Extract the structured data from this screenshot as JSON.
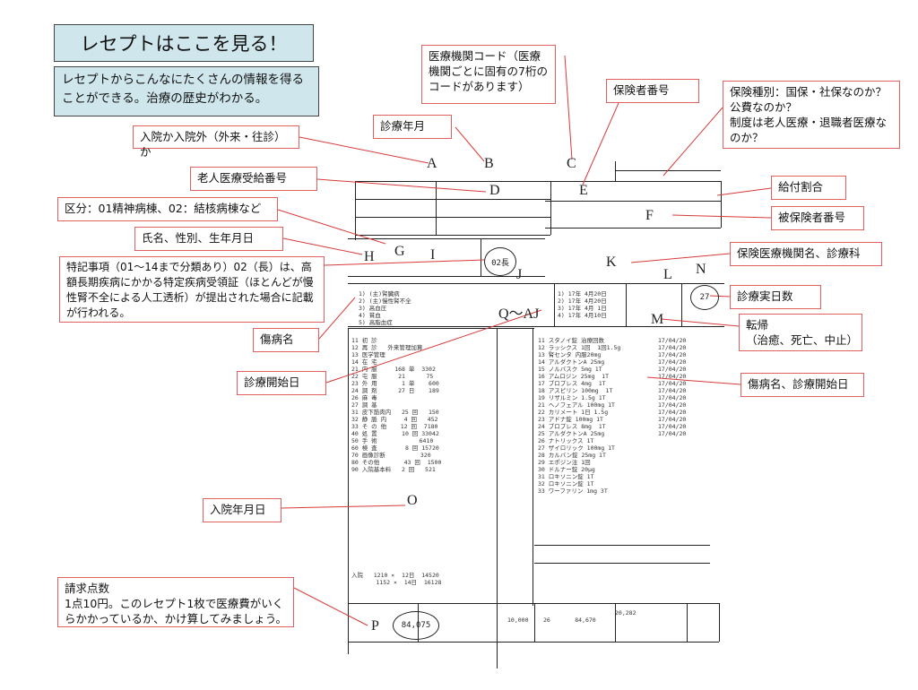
{
  "title": "レセプトはここを見る！",
  "intro": "レセプトからこんなにたくさんの情報を得ることができる。治療の歴史がわかる。",
  "callouts": {
    "inpatient": "入院か入院外（外来・往診）か",
    "institution_code": "医療機関コード（医療機関ごとに固有の7桁のコードがあります）",
    "insurer_number": "保険者番号",
    "insurance_type": "保険種別：国保・社保なのか？\n公費なのか？\n制度は老人医療・退職者医療なのか？",
    "treatment_month": "診療年月",
    "elderly_number": "老人医療受給番号",
    "benefit_ratio": "給付割合",
    "ward_class": "区分：01精神病棟、02：結核病棟など",
    "insured_number": "被保険者番号",
    "name_sex_birth": "氏名、性別、生年月日",
    "institution_dept": "保険医療機関名、診療科",
    "special_notes": "特記事項（01～14まで分類あり）02（長）は、高額長期疾病にかかる特定疾病受領証（ほとんどが慢性腎不全による人工透析）が提出された場合に記載が行われる。",
    "treatment_days": "診療実日数",
    "disease_name": "傷病名",
    "outcome": "転帰\n（治癒、死亡、中止）",
    "start_date": "診療開始日",
    "disease_start": "傷病名、診療開始日",
    "admission_date": "入院年月日",
    "claim_points": "請求点数\n1点10円。このレセプト1枚で医療費がいくらかかっているか、かけ算してみましょう。"
  },
  "form_letters": [
    "A",
    "B",
    "C",
    "D",
    "E",
    "F",
    "G",
    "H",
    "I",
    "J",
    "K",
    "L",
    "M",
    "N",
    "O",
    "P",
    "Q～AJ"
  ],
  "form_values": {
    "ward_circle": "02長",
    "days_circle": "27",
    "points_circle": "84,075",
    "amount": "10,000",
    "total_right": "20,282",
    "days_bottom": "26",
    "points_bottom": "84,670"
  }
}
